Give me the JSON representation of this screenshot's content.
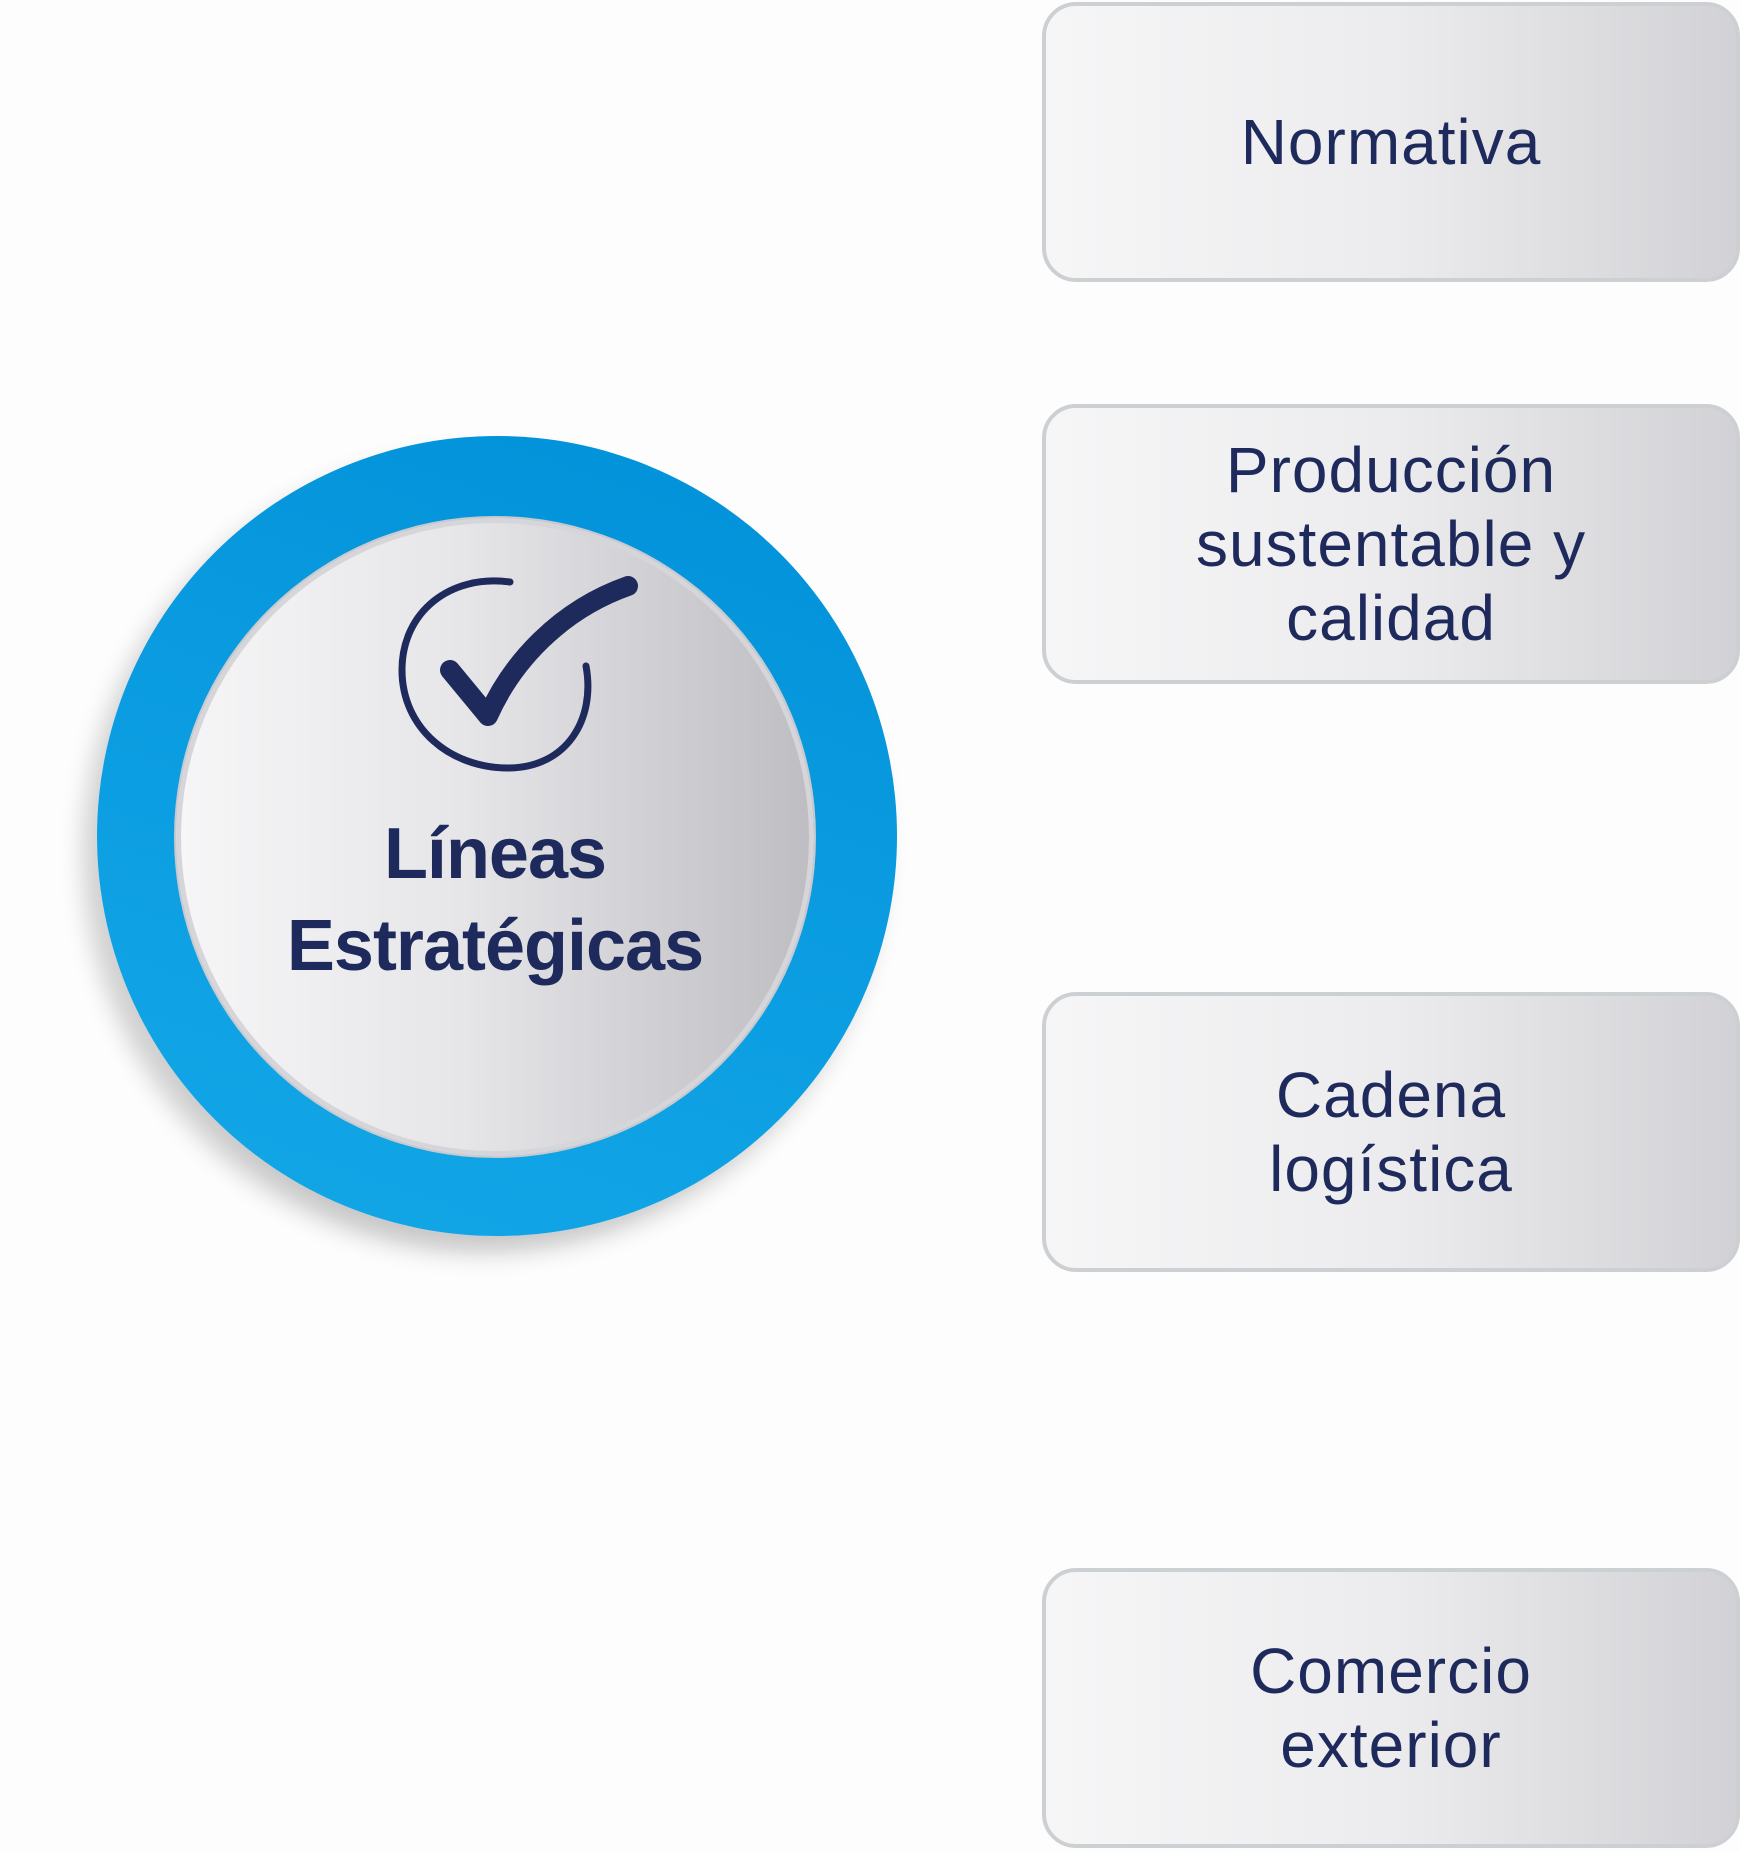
{
  "center": {
    "title_line1": "Líneas",
    "title_line2": "Estratégicas",
    "icon": "check-circle-icon",
    "ring_color": "#0a9be0",
    "text_color": "#1f2a5c"
  },
  "items": [
    {
      "lines": [
        "Normativa"
      ]
    },
    {
      "lines": [
        "Producción",
        "sustentable y",
        "calidad"
      ]
    },
    {
      "lines": [
        "Cadena",
        "logística"
      ]
    },
    {
      "lines": [
        "Comercio",
        "exterior"
      ]
    }
  ]
}
